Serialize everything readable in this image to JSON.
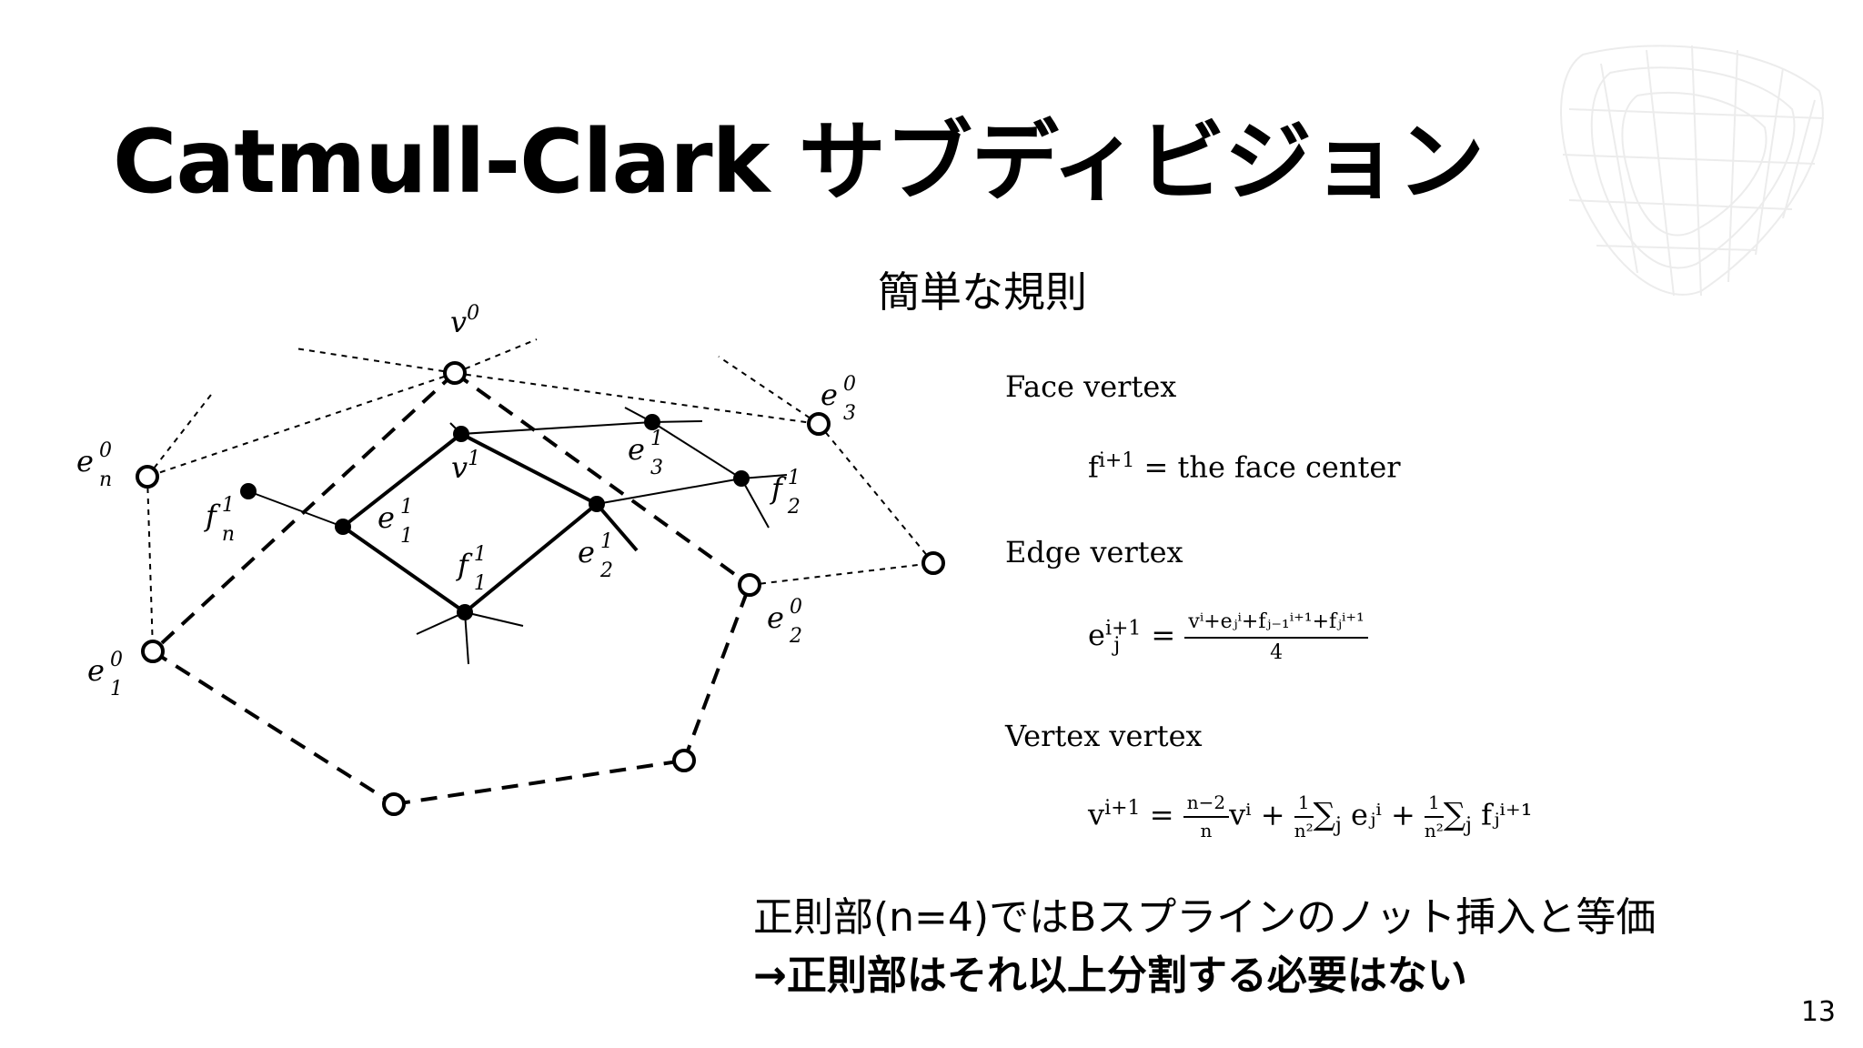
{
  "slide": {
    "title": "Catmull-Clark サブディビジョン",
    "page_number": "13"
  },
  "diagram": {
    "labels": {
      "v0": {
        "base": "v",
        "sup": "0"
      },
      "v1": {
        "base": "v",
        "sup": "1"
      },
      "e3_0": {
        "base": "e",
        "sub": "3",
        "sup": "0"
      },
      "en_0": {
        "base": "e",
        "sub": "n",
        "sup": "0"
      },
      "e3_1": {
        "base": "e",
        "sub": "3",
        "sup": "1"
      },
      "f2_1": {
        "base": "f",
        "sub": "2",
        "sup": "1"
      },
      "fn_1": {
        "base": "f",
        "sub": "n",
        "sup": "1"
      },
      "e1_1": {
        "base": "e",
        "sub": "1",
        "sup": "1"
      },
      "f1_1": {
        "base": "f",
        "sub": "1",
        "sup": "1"
      },
      "e2_1": {
        "base": "e",
        "sub": "2",
        "sup": "1"
      },
      "e2_0": {
        "base": "e",
        "sub": "2",
        "sup": "0"
      },
      "e1_0": {
        "base": "e",
        "sub": "1",
        "sup": "0"
      }
    }
  },
  "rules": {
    "heading": "簡単な規則",
    "face_vertex": {
      "title": "Face vertex",
      "lhs": "f",
      "lhs_sup": "i+1",
      "rhs": "= the face center"
    },
    "edge_vertex": {
      "title": "Edge vertex",
      "lhs": "e",
      "lhs_sub": "j",
      "lhs_sup": "i+1",
      "eq": "=",
      "numerator": "vⁱ+eⱼⁱ+fⱼ₋₁ⁱ⁺¹+fⱼⁱ⁺¹",
      "denominator": "4"
    },
    "vertex_vertex": {
      "title": "Vertex vertex",
      "lhs": "v",
      "lhs_sup": "i+1",
      "eq": "=",
      "frac1_num": "n−2",
      "frac1_den": "n",
      "term1": "vⁱ",
      "plus": "+",
      "frac2_num": "1",
      "frac2_den": "n²",
      "sum": "∑",
      "sum_sub": "j",
      "term2": "eⱼⁱ",
      "term3": "fⱼⁱ⁺¹"
    }
  },
  "conclusion": {
    "line1": "正則部(n=4)ではBスプラインのノット挿入と等価",
    "line2": "→正則部はそれ以上分割する必要はない"
  }
}
